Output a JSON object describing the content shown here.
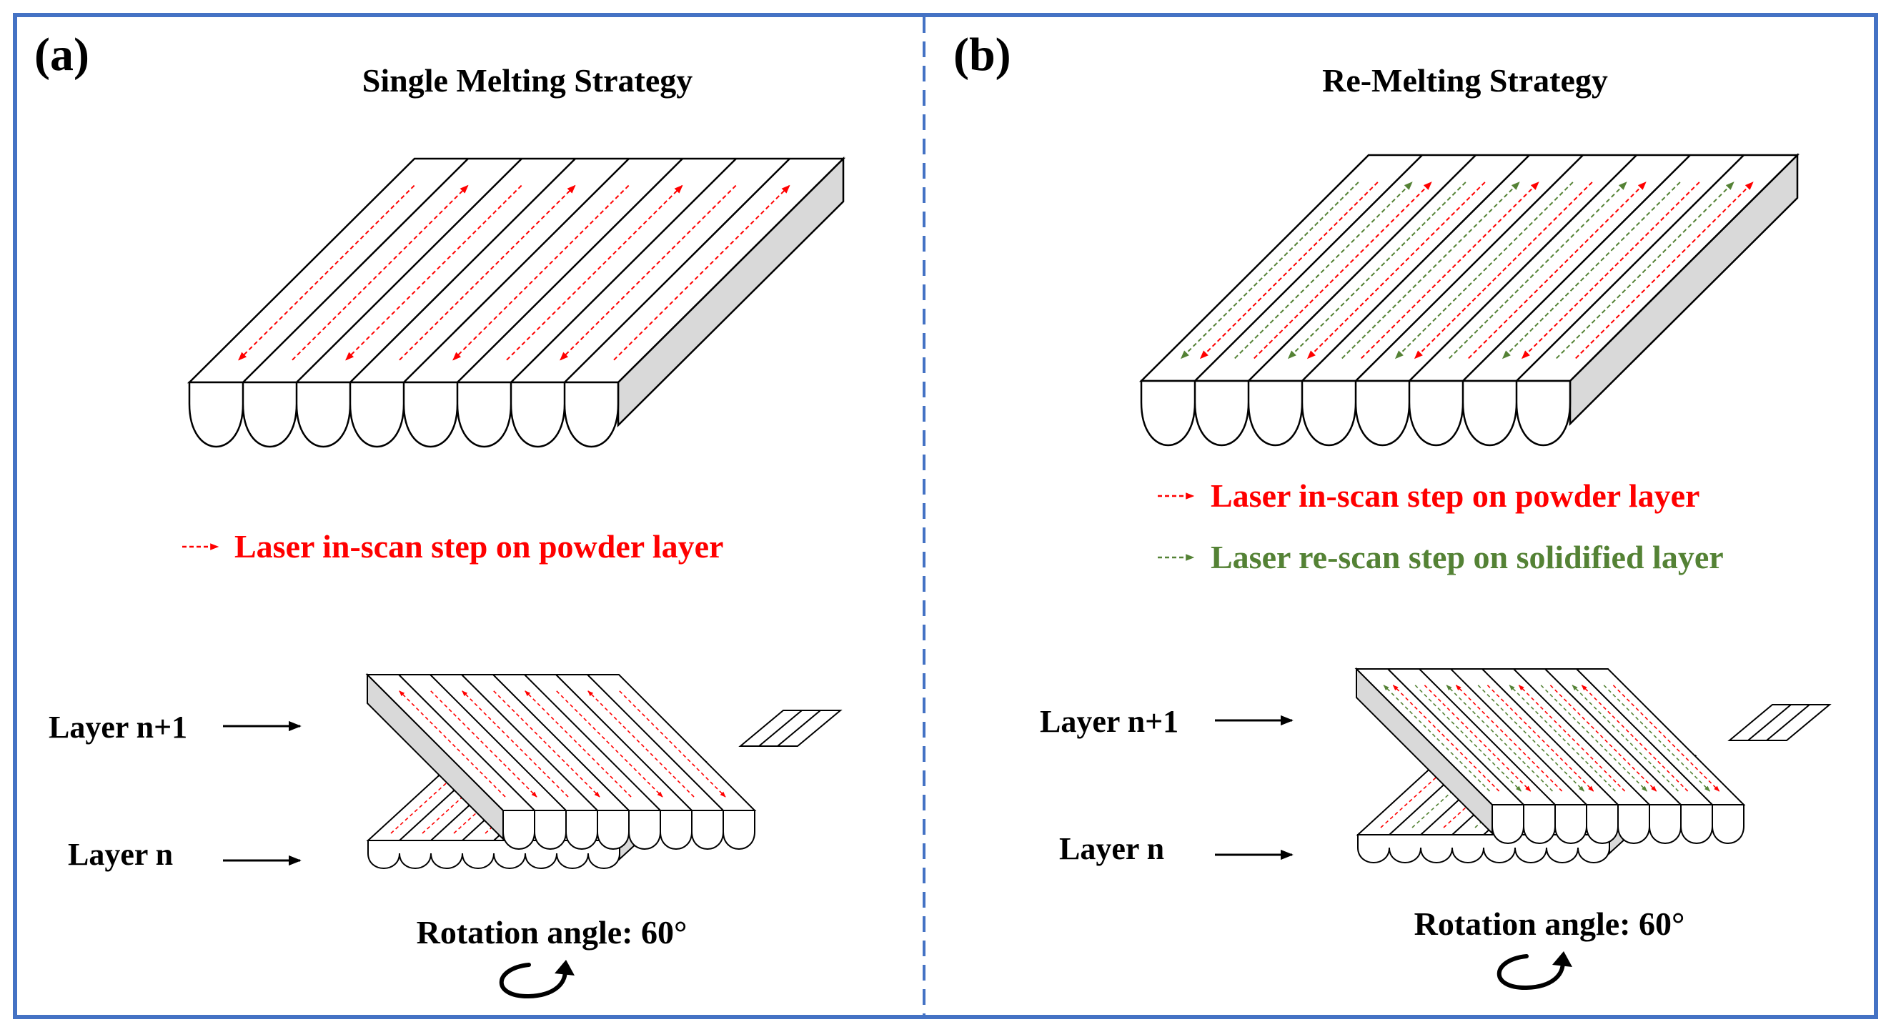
{
  "panel_a": {
    "label": "(a)",
    "title": "Single Melting Strategy",
    "legend": [
      {
        "text": "Laser in-scan step on powder layer",
        "color": "#ff0000"
      }
    ],
    "layer_top": "Layer n+1",
    "layer_bottom": "Layer n",
    "rotation": "Rotation angle: 60°"
  },
  "panel_b": {
    "label": "(b)",
    "title": "Re-Melting Strategy",
    "legend": [
      {
        "text": "Laser in-scan step on powder layer",
        "color": "#ff0000"
      },
      {
        "text": "Laser re-scan step on solidified layer",
        "color": "#548235"
      }
    ],
    "layer_top": "Layer n+1",
    "layer_bottom": "Layer n",
    "rotation": "Rotation angle: 60°"
  },
  "colors": {
    "border": "#4472c4",
    "divider": "#4472c4",
    "scan": "#ff0000",
    "rescan": "#548235",
    "side_face": "#d9d9d9"
  },
  "icons": [
    "rotation-arrow-icon",
    "layer-arrow-icon",
    "legend-arrow-icon"
  ]
}
